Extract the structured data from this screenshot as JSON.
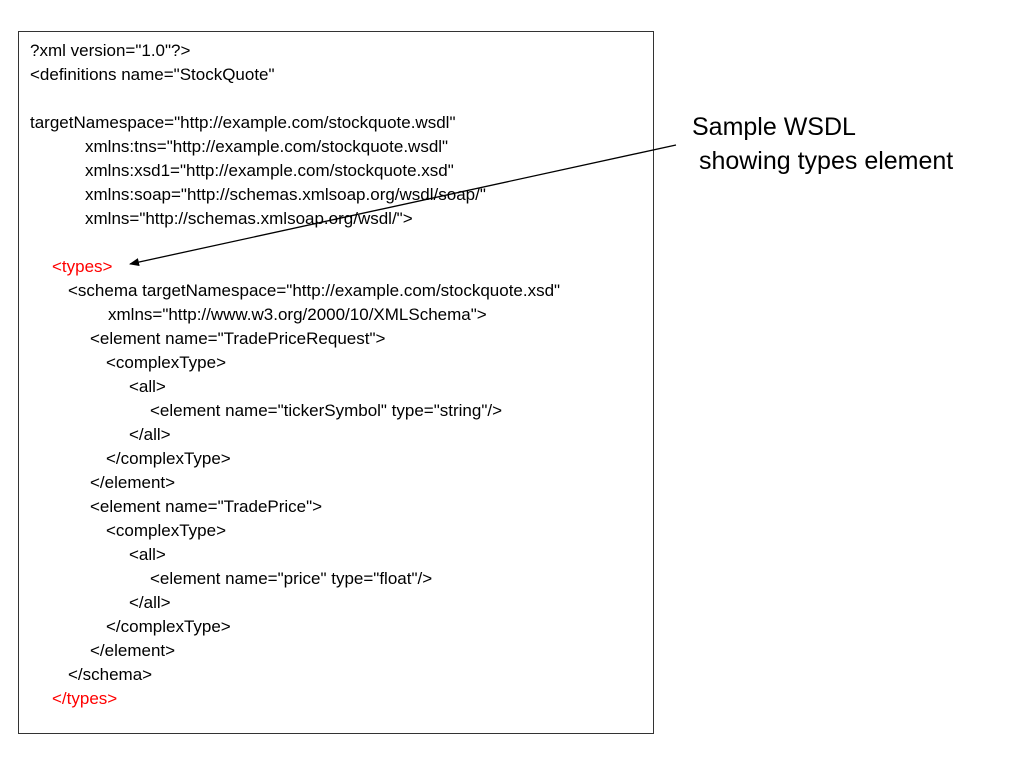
{
  "code_lines": [
    "?xml version=\"1.0\"?>",
    "<definitions name=\"StockQuote\"",
    "targetNamespace=\"http://example.com/stockquote.wsdl\"",
    "xmlns:tns=\"http://example.com/stockquote.wsdl\"",
    "xmlns:xsd1=\"http://example.com/stockquote.xsd\"",
    "xmlns:soap=\"http://schemas.xmlsoap.org/wsdl/soap/\"",
    "xmlns=\"http://schemas.xmlsoap.org/wsdl/\">",
    "<types>",
    "<schema targetNamespace=\"http://example.com/stockquote.xsd\"",
    "xmlns=\"http://www.w3.org/2000/10/XMLSchema\">",
    "<element name=\"TradePriceRequest\">",
    "<complexType>",
    "<all>",
    "<element name=\"tickerSymbol\" type=\"string\"/>",
    "</all>",
    "</complexType>",
    "</element>",
    "<element name=\"TradePrice\">",
    "<complexType>",
    "<all>",
    "<element name=\"price\" type=\"float\"/>",
    "</all>",
    "</complexType>",
    "</element>",
    "</schema>",
    "</types>"
  ],
  "caption": {
    "line1": "Sample WSDL",
    "line2": " showing types element"
  },
  "colors": {
    "highlight": "#ff0000",
    "text": "#000000",
    "border": "#333333"
  }
}
